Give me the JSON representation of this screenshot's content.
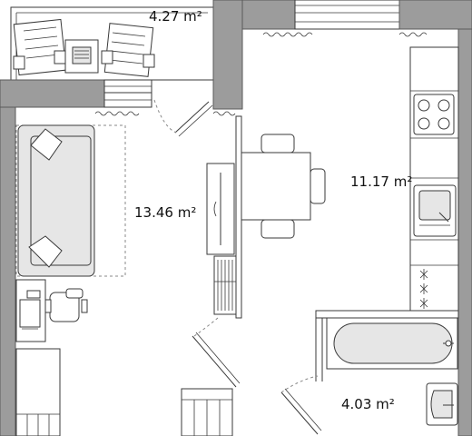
{
  "rooms": {
    "balcony": {
      "area": "4.27 m²"
    },
    "living_room": {
      "area": "13.46 m²"
    },
    "kitchen": {
      "area": "11.17 m²"
    },
    "bathroom": {
      "area": "4.03 m²"
    }
  },
  "colors": {
    "wall_fill": "#9c9c9c",
    "line": "#3a3a3a",
    "furniture_fill": "#ffffff",
    "soft_fill": "#e6e6e6"
  }
}
